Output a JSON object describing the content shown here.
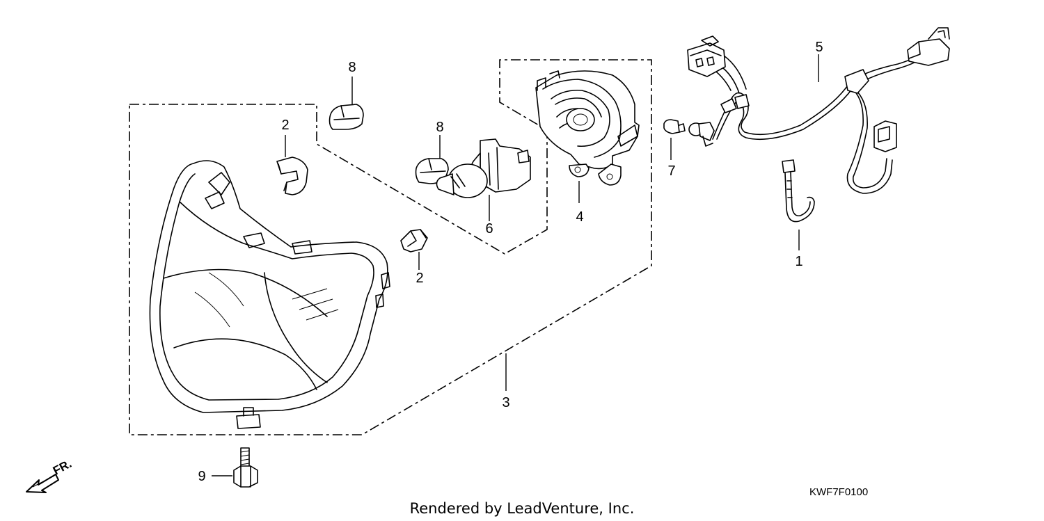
{
  "diagram": {
    "callouts": {
      "c1": "1",
      "c2a": "2",
      "c2b": "2",
      "c3": "3",
      "c4": "4",
      "c5": "5",
      "c6": "6",
      "c7": "7",
      "c8a": "8",
      "c8b": "8",
      "c9": "9"
    },
    "direction_label": "FR.",
    "diagram_code": "KWF7F0100",
    "credit": "Rendered by LeadVenture, Inc."
  }
}
